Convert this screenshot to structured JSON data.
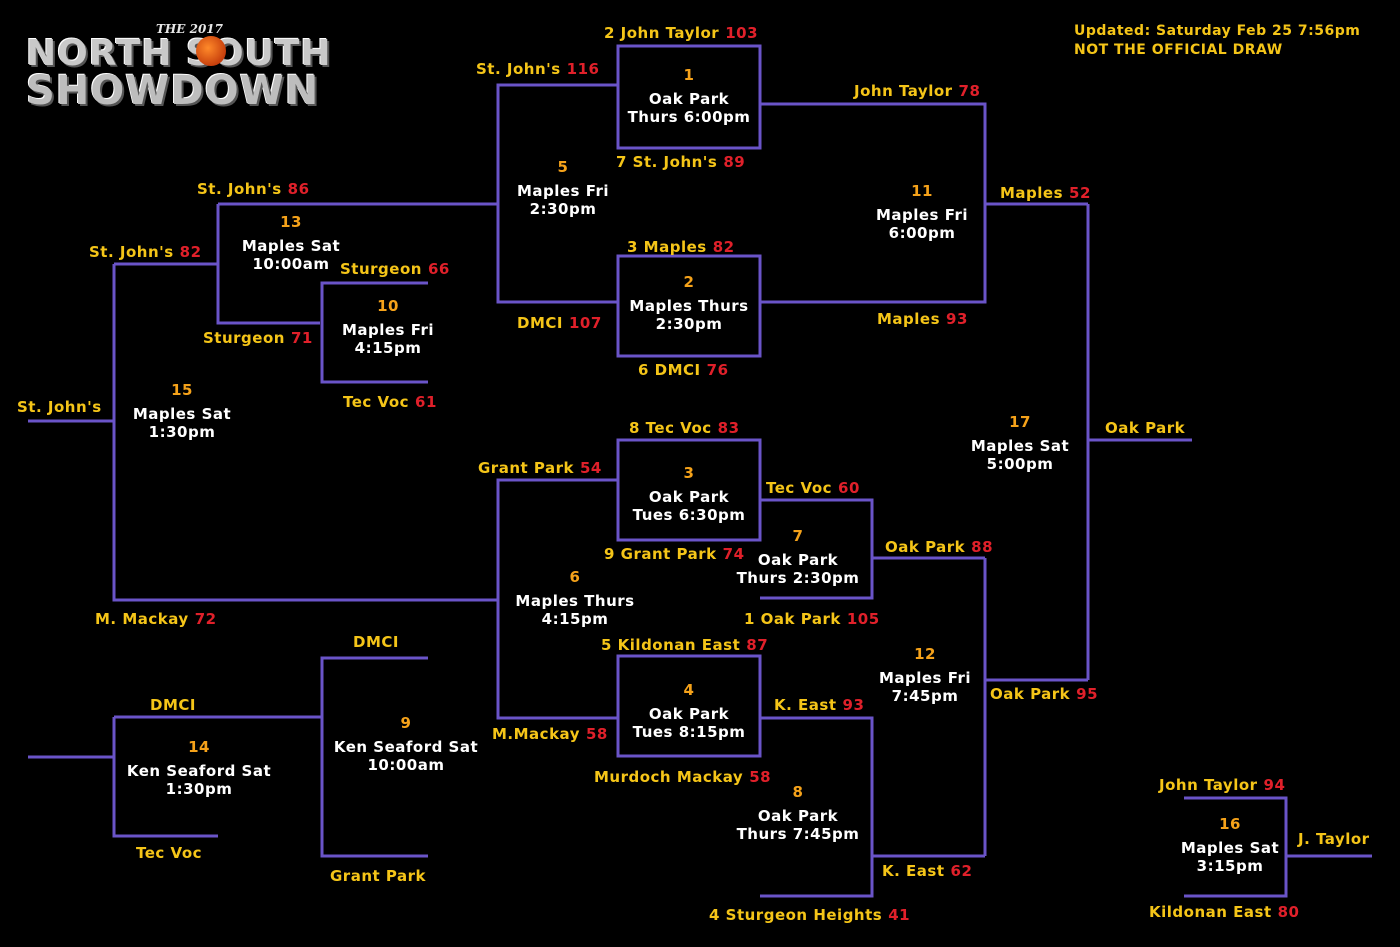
{
  "logo": {
    "year": "THE 2017",
    "line1": "NORTH SOUTH",
    "line2": "SHOWDOWN"
  },
  "updated": "Updated: Saturday Feb 25 7:56pm",
  "notice": "NOT THE OFFICIAL DRAW",
  "colors": {
    "line": "#6a54c8",
    "team": "#f5c518",
    "score": "#e0202a",
    "game_number": "#f5a21a",
    "game_info": "#ffffff",
    "background": "#000000"
  },
  "labels": [
    {
      "team": "2 John Taylor",
      "score": "103"
    },
    {
      "team": "St. John's",
      "score": "116"
    },
    {
      "team": "7 St. John's",
      "score": "89"
    },
    {
      "team": "John Taylor",
      "score": "78"
    },
    {
      "team": "St. John's",
      "score": "86"
    },
    {
      "team": "Maples",
      "score": "52"
    },
    {
      "team": "St. John's",
      "score": "82"
    },
    {
      "team": "3 Maples",
      "score": "82"
    },
    {
      "team": "Sturgeon",
      "score": "66"
    },
    {
      "team": "Sturgeon",
      "score": "71"
    },
    {
      "team": "DMCI",
      "score": "107"
    },
    {
      "team": "Maples",
      "score": "93"
    },
    {
      "team": "6 DMCI",
      "score": "76"
    },
    {
      "team": "St. John's",
      "score": ""
    },
    {
      "team": "Tec Voc",
      "score": "61"
    },
    {
      "team": "8 Tec Voc",
      "score": "83"
    },
    {
      "team": "Oak Park",
      "score": ""
    },
    {
      "team": "Grant Park",
      "score": "54"
    },
    {
      "team": "Tec Voc",
      "score": "60"
    },
    {
      "team": "Oak Park",
      "score": "88"
    },
    {
      "team": "9 Grant Park",
      "score": "74"
    },
    {
      "team": "M. Mackay",
      "score": "72"
    },
    {
      "team": "1 Oak Park",
      "score": "105"
    },
    {
      "team": "DMCI",
      "score": ""
    },
    {
      "team": "5 Kildonan East",
      "score": "87"
    },
    {
      "team": "Oak Park",
      "score": "95"
    },
    {
      "team": "DMCI",
      "score": ""
    },
    {
      "team": "K. East",
      "score": "93"
    },
    {
      "team": "M.Mackay",
      "score": "58"
    },
    {
      "team": "Murdoch Mackay",
      "score": "58"
    },
    {
      "team": "John Taylor",
      "score": "94"
    },
    {
      "team": "J. Taylor",
      "score": ""
    },
    {
      "team": "Tec Voc",
      "score": ""
    },
    {
      "team": "K. East",
      "score": "62"
    },
    {
      "team": "Grant Park",
      "score": ""
    },
    {
      "team": "4 Sturgeon Heights",
      "score": "41"
    },
    {
      "team": "Kildonan East",
      "score": "80"
    }
  ],
  "games": [
    {
      "number": "1",
      "venue": "Oak Park",
      "time": "Thurs 6:00pm"
    },
    {
      "number": "2",
      "venue": "Maples Thurs",
      "time": "2:30pm"
    },
    {
      "number": "3",
      "venue": "Oak Park",
      "time": "Tues 6:30pm"
    },
    {
      "number": "4",
      "venue": "Oak Park",
      "time": "Tues 8:15pm"
    },
    {
      "number": "5",
      "venue": "Maples Fri",
      "time": "2:30pm"
    },
    {
      "number": "6",
      "venue": "Maples Thurs",
      "time": "4:15pm"
    },
    {
      "number": "7",
      "venue": "Oak Park",
      "time": "Thurs 2:30pm"
    },
    {
      "number": "8",
      "venue": "Oak Park",
      "time": "Thurs 7:45pm"
    },
    {
      "number": "9",
      "venue": "Ken Seaford Sat",
      "time": "10:00am"
    },
    {
      "number": "10",
      "venue": "Maples Fri",
      "time": "4:15pm"
    },
    {
      "number": "11",
      "venue": "Maples Fri",
      "time": "6:00pm"
    },
    {
      "number": "12",
      "venue": "Maples Fri",
      "time": "7:45pm"
    },
    {
      "number": "13",
      "venue": "Maples Sat",
      "time": "10:00am"
    },
    {
      "number": "14",
      "venue": "Ken Seaford Sat",
      "time": "1:30pm"
    },
    {
      "number": "15",
      "venue": "Maples Sat",
      "time": "1:30pm"
    },
    {
      "number": "16",
      "venue": "Maples Sat",
      "time": "3:15pm"
    },
    {
      "number": "17",
      "venue": "Maples Sat",
      "time": "5:00pm"
    }
  ]
}
